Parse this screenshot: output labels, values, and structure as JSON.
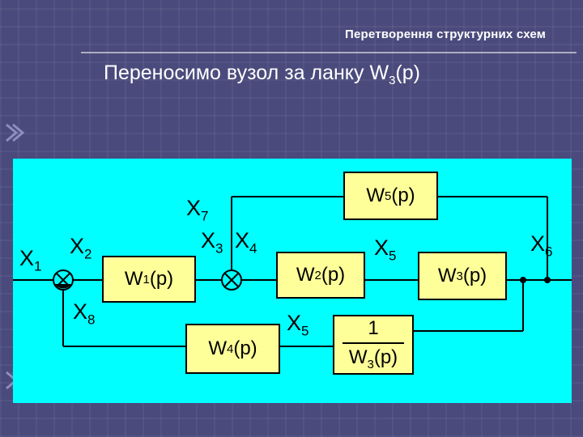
{
  "header": {
    "title": "Перетворення структурних схем"
  },
  "subtitle": {
    "text": "Переносимо вузол за ланку W",
    "sub": "3",
    "tail": "(p)"
  },
  "blocks": {
    "w1": {
      "main": "W",
      "sub": "1",
      "tail": "(p)"
    },
    "w2": {
      "main": "W",
      "sub": "2",
      "tail": "(p)"
    },
    "w3": {
      "main": "W",
      "sub": "3",
      "tail": "(p)"
    },
    "w4": {
      "main": "W",
      "sub": "4",
      "tail": "(p)"
    },
    "w5": {
      "main": "W",
      "sub": "5",
      "tail": "(p)"
    },
    "inv_w3": {
      "num": "1",
      "main": "W",
      "sub": "3",
      "tail": "(p)"
    }
  },
  "signals": {
    "x1": {
      "main": "X",
      "sub": "1"
    },
    "x2": {
      "main": "X",
      "sub": "2"
    },
    "x3": {
      "main": "X",
      "sub": "3"
    },
    "x4": {
      "main": "X",
      "sub": "4"
    },
    "x5a": {
      "main": "X",
      "sub": "5"
    },
    "x5b": {
      "main": "X",
      "sub": "5"
    },
    "x6": {
      "main": "X",
      "sub": "6"
    },
    "x7": {
      "main": "X",
      "sub": "7"
    },
    "x8": {
      "main": "X",
      "sub": "8"
    }
  },
  "colors": {
    "background": "#4a4a7c",
    "diagram_bg": "#00ffff",
    "block_fill": "#ffff99",
    "line": "#000000"
  }
}
